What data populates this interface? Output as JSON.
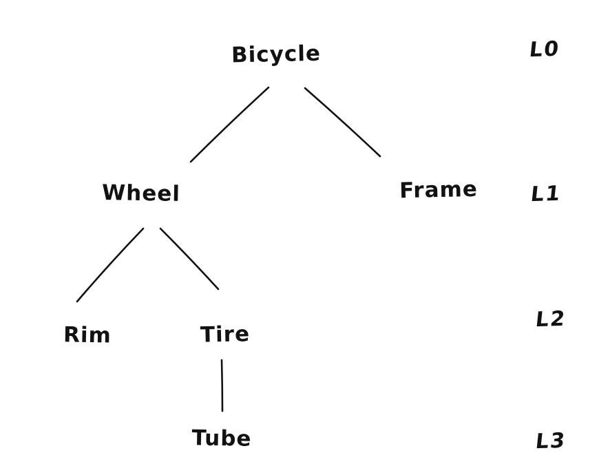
{
  "diagram": {
    "type": "tree",
    "colors": {
      "ink": "#121212",
      "background": "#ffffff"
    },
    "nodes": {
      "bicycle": {
        "label": "Bicycle",
        "level": 0
      },
      "wheel": {
        "label": "Wheel",
        "level": 1
      },
      "frame": {
        "label": "Frame",
        "level": 1
      },
      "rim": {
        "label": "Rim",
        "level": 2
      },
      "tire": {
        "label": "Tire",
        "level": 2
      },
      "tube": {
        "label": "Tube",
        "level": 3
      }
    },
    "edges": [
      {
        "from": "bicycle",
        "to": "wheel"
      },
      {
        "from": "bicycle",
        "to": "frame"
      },
      {
        "from": "wheel",
        "to": "rim"
      },
      {
        "from": "wheel",
        "to": "tire"
      },
      {
        "from": "tire",
        "to": "tube"
      }
    ],
    "levels": {
      "l0": {
        "label": "L0"
      },
      "l1": {
        "label": "L1"
      },
      "l2": {
        "label": "L2"
      },
      "l3": {
        "label": "L3"
      }
    }
  }
}
